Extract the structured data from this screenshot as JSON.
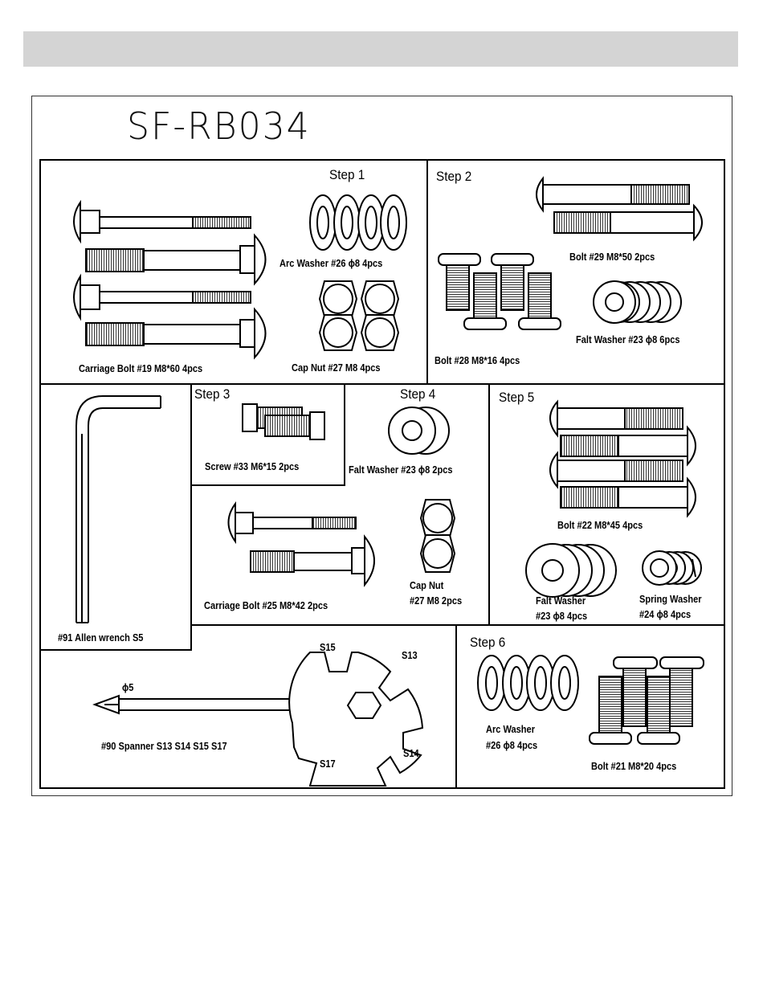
{
  "model": "SF-RB034",
  "steps": {
    "step1": "Step 1",
    "step2": "Step 2",
    "step3": "Step 3",
    "step4": "Step 4",
    "step5": "Step 5",
    "step6": "Step 6"
  },
  "parts": {
    "carriage_bolt_19": "Carriage Bolt #19 M8*60   4pcs",
    "arc_washer_26_s1": "Arc Washer #26 ϕ8 4pcs",
    "cap_nut_27_s1": "Cap Nut #27 M8 4pcs",
    "bolt_29": "Bolt #29 M8*50 2pcs",
    "bolt_28": "Bolt #28 M8*16 4pcs",
    "falt_washer_23_s2": "Falt Washer #23 ϕ8 6pcs",
    "allen_wrench_91": "#91 Allen wrench   S5",
    "screw_33": "Screw #33 M6*15 2pcs",
    "falt_washer_23_s4": "Falt Washer #23 ϕ8 2pcs",
    "carriage_bolt_25": "Carriage Bolt #25 M8*42 2pcs",
    "cap_nut_27_s4_line1": "Cap Nut",
    "cap_nut_27_s4_line2": "#27 M8 2pcs",
    "bolt_22": "Bolt #22 M8*45 4pcs",
    "falt_washer_23_s5_line1": "Falt Washer",
    "falt_washer_23_s5_line2": "#23 ϕ8 4pcs",
    "spring_washer_24_line1": "Spring Washer",
    "spring_washer_24_line2": "#24 ϕ8 4pcs",
    "spanner_90": "#90 Spanner S13   S14   S15   S17",
    "phi5": "ϕ5",
    "s15": "S15",
    "s13": "S13",
    "s17": "S17",
    "s14": "S14",
    "arc_washer_26_s6_line1": "Arc Washer",
    "arc_washer_26_s6_line2": "#26 ϕ8 4pcs",
    "bolt_21": "Bolt #21 M8*20 4pcs"
  }
}
